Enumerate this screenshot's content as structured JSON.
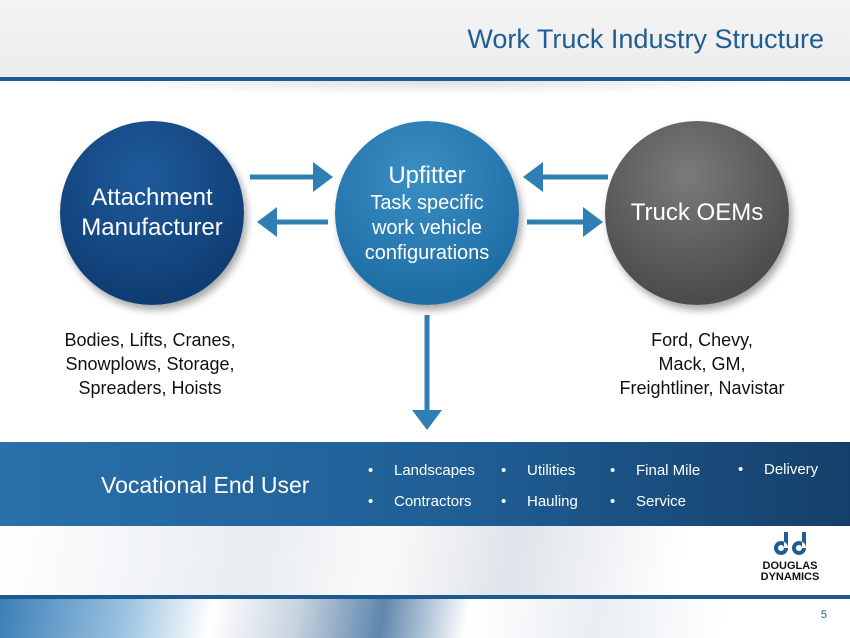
{
  "title": "Work Truck Industry Structure",
  "nodes": {
    "attachment": {
      "line1": "Attachment",
      "line2": "Manufacturer"
    },
    "upfitter": {
      "heading": "Upfitter",
      "line1": "Task specific",
      "line2": "work vehicle",
      "line3": "configurations"
    },
    "oems": {
      "label": "Truck OEMs"
    }
  },
  "captions": {
    "attachment": [
      "Bodies, Lifts, Cranes,",
      "Snowplows, Storage,",
      "Spreaders, Hoists"
    ],
    "oems": [
      "Ford, Chevy,",
      "Mack, GM,",
      "Freightliner, Navistar"
    ]
  },
  "end_user": {
    "title": "Vocational End User",
    "items": [
      "Landscapes",
      "Contractors",
      "Utilities",
      "Hauling",
      "Final Mile",
      "Service",
      "Delivery"
    ]
  },
  "logo": {
    "line1": "DOUGLAS",
    "line2": "DYNAMICS"
  },
  "page_number": "5",
  "colors": {
    "accent": "#1f5d93",
    "arrow": "#2f7fb5"
  }
}
